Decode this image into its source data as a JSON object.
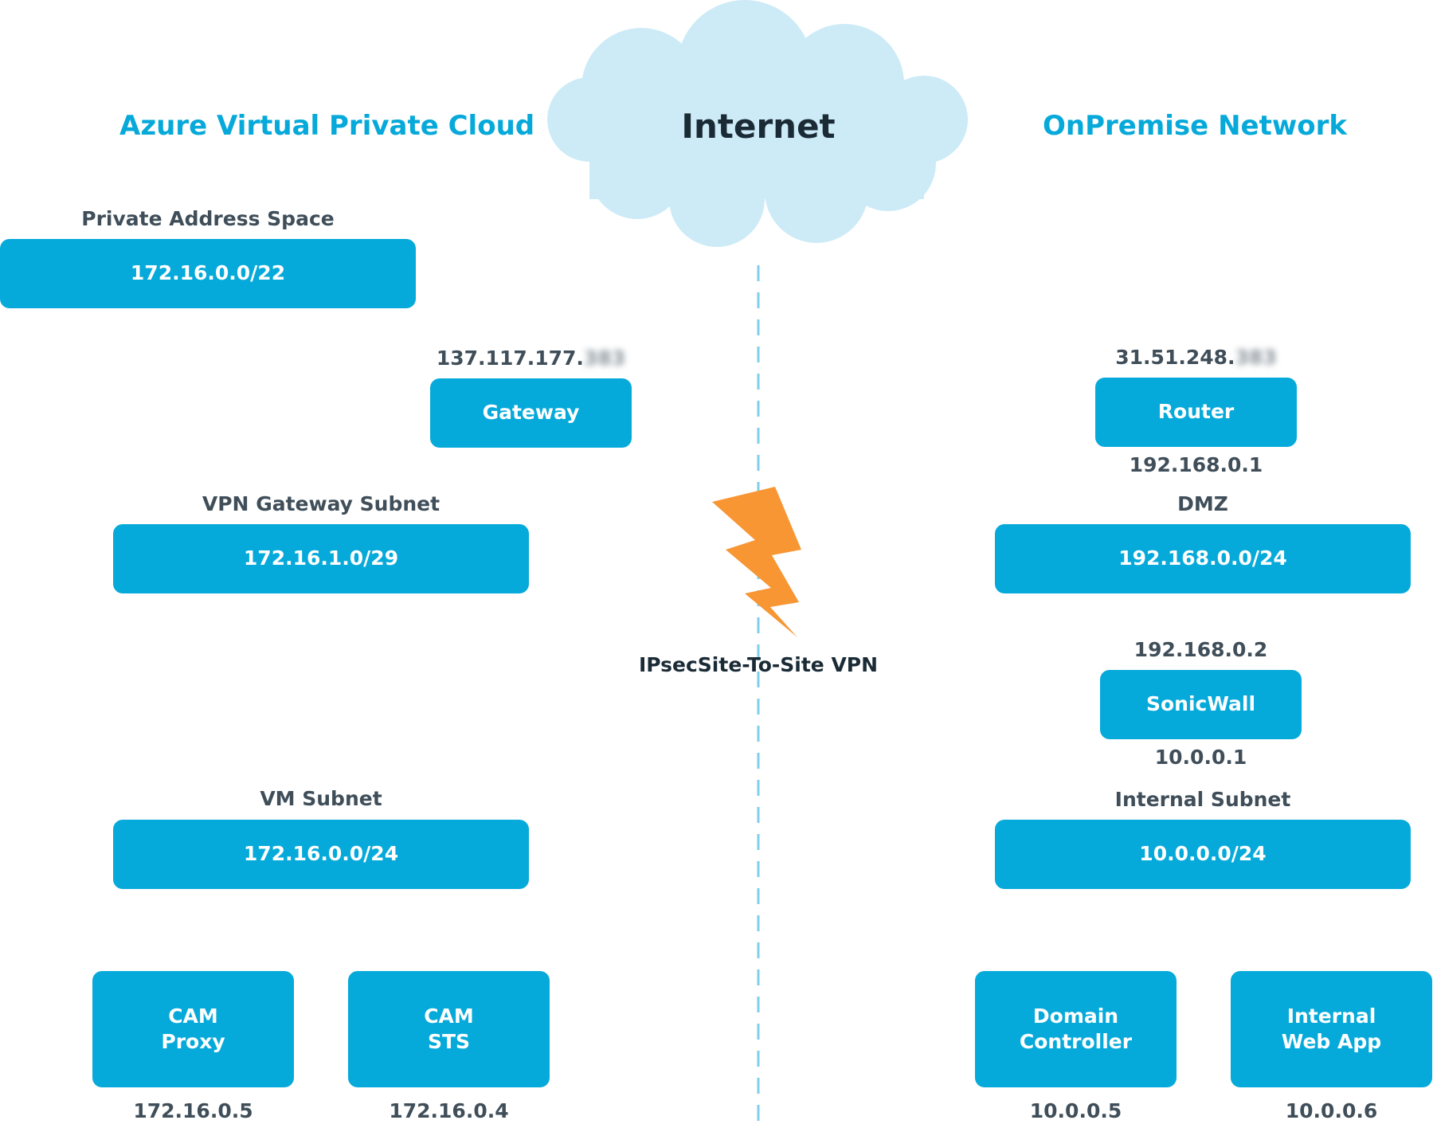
{
  "headings": {
    "azure": "Azure Virtual Private Cloud",
    "internet": "Internet",
    "onpremise": "OnPremise Network"
  },
  "colors": {
    "box": "#06aada",
    "heading": "#06a9d9",
    "label": "#3f4e59",
    "cloud": "#cdebf7",
    "bolt": "#f79633",
    "dashed_line": "#7fcfec"
  },
  "azure": {
    "private_space_label": "Private Address Space",
    "private_space_box": "172.16.0.0/22",
    "gateway_public_ip": "137.117.177.",
    "gateway_public_ip_redacted": "383",
    "gateway_box": "Gateway",
    "vpn_subnet_label": "VPN Gateway Subnet",
    "vpn_subnet_box": "172.16.1.0/29",
    "vm_subnet_label": "VM Subnet",
    "vm_subnet_box": "172.16.0.0/24",
    "nodes": [
      {
        "line1": "CAM",
        "line2": "Proxy",
        "ip": "172.16.0.5"
      },
      {
        "line1": "CAM",
        "line2": "STS",
        "ip": "172.16.0.4"
      }
    ]
  },
  "onpremise": {
    "router_public_ip": "31.51.248.",
    "router_public_ip_redacted": "383",
    "router_box": "Router",
    "router_internal_ip": "192.168.0.1",
    "dmz_label": "DMZ",
    "dmz_box": "192.168.0.0/24",
    "sonicwall_ip_top": "192.168.0.2",
    "sonicwall_box": "SonicWall",
    "sonicwall_ip_bottom": "10.0.0.1",
    "internal_subnet_label": "Internal Subnet",
    "internal_subnet_box": "10.0.0.0/24",
    "nodes": [
      {
        "line1": "Domain",
        "line2": "Controller",
        "ip": "10.0.0.5"
      },
      {
        "line1": "Internal",
        "line2": "Web App",
        "ip": "10.0.0.6"
      }
    ]
  },
  "vpn": {
    "label": "IPsecSite-To-Site VPN",
    "icon": "lightning-bolt-icon"
  }
}
